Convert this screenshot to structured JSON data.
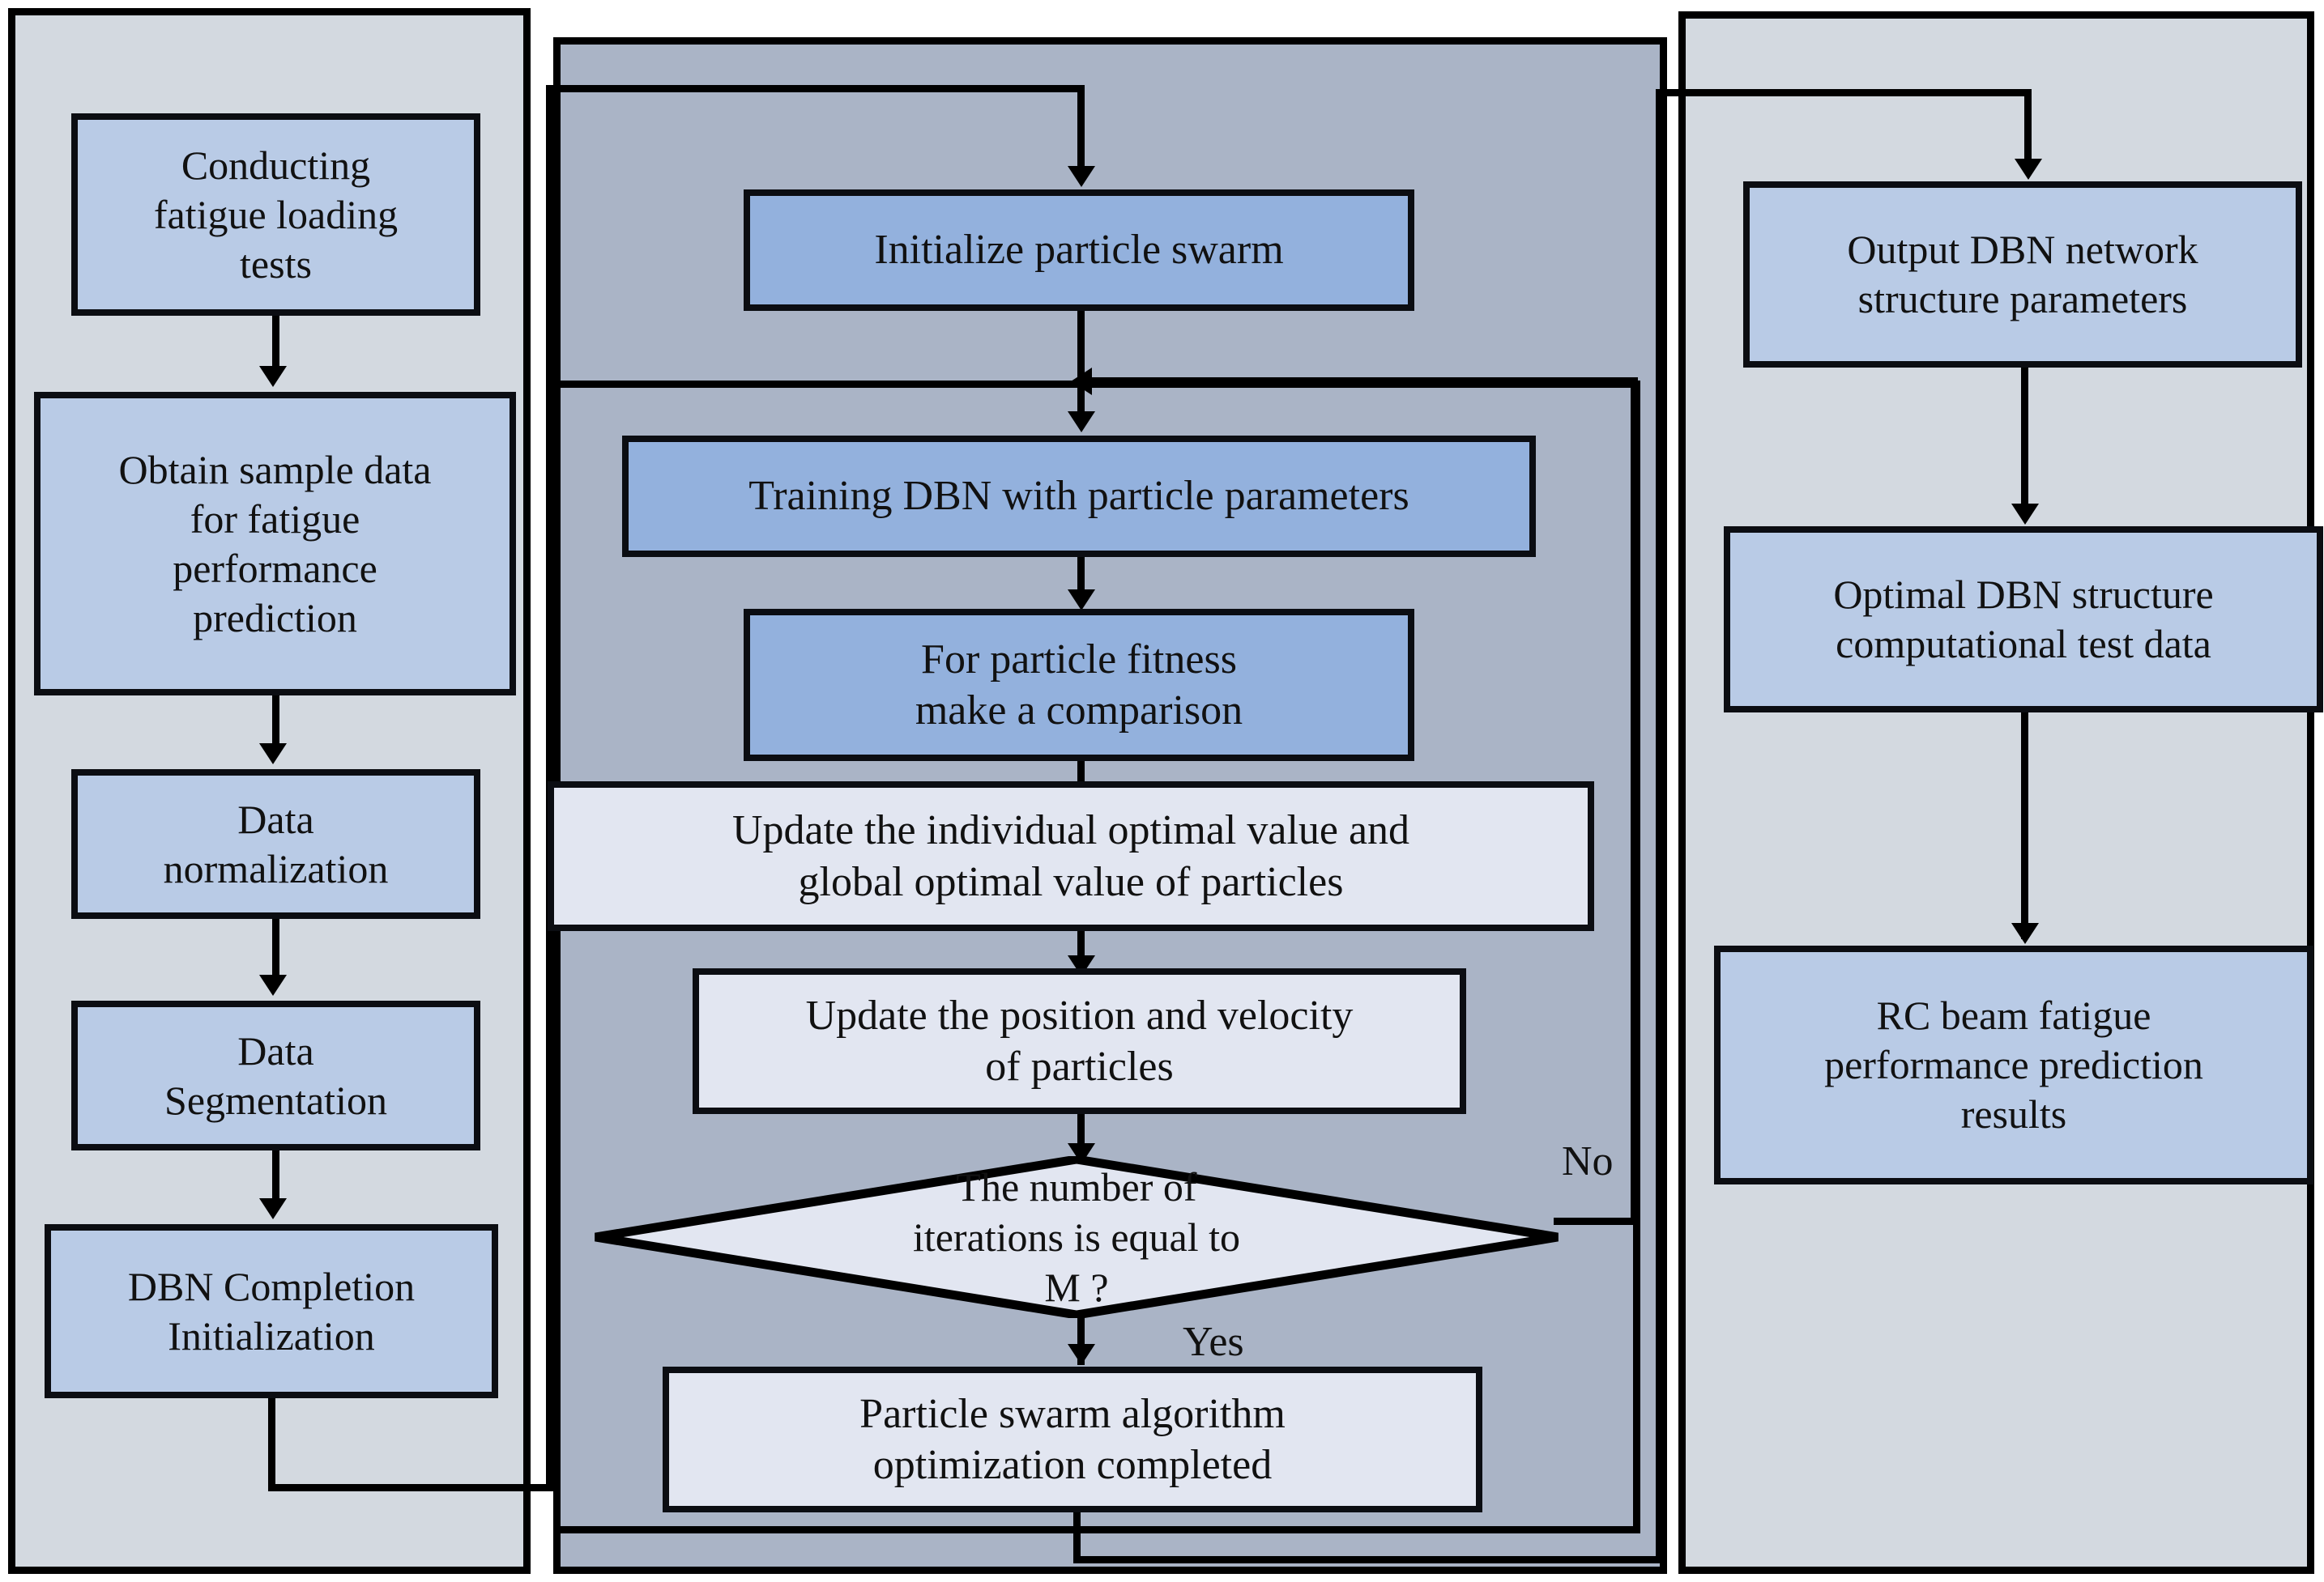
{
  "diagram": {
    "title": "DBN-PSO fatigue performance prediction flowchart",
    "colors": {
      "panel_left_bg": "#d3d9e0",
      "panel_middle_bg": "#aab4c6",
      "panel_right_bg": "#d3d9e0",
      "node_blue": "#b9cbe6",
      "node_blue_strong": "#93b1dd",
      "node_pale": "#e2e6f1",
      "border": "#000000",
      "text": "#111111"
    }
  },
  "left_panel": {
    "name": "data-preparation-stage",
    "nodes": [
      {
        "id": "conducting-fatigue-loading-tests",
        "label": "Conducting\nfatigue loading\ntests"
      },
      {
        "id": "obtain-sample-data",
        "label": "Obtain sample data\nfor fatigue\nperformance\nprediction"
      },
      {
        "id": "data-normalization",
        "label": "Data\nnormalization"
      },
      {
        "id": "data-segmentation",
        "label": "Data\nSegmentation"
      },
      {
        "id": "dbn-completion-initialization",
        "label": "DBN Completion\nInitialization"
      }
    ]
  },
  "middle_panel": {
    "name": "particle-swarm-optimization-stage",
    "nodes": [
      {
        "id": "initialize-particle-swarm",
        "label": "Initialize particle swarm"
      },
      {
        "id": "training-dbn-with-particle-parameters",
        "label": "Training DBN with particle parameters"
      },
      {
        "id": "for-particle-fitness-make-a-comparison",
        "label": "For particle fitness\nmake a comparison"
      },
      {
        "id": "update-individual-and-global-optimal-value",
        "label": "Update the individual optimal value and\nglobal optimal value of particles"
      },
      {
        "id": "update-position-and-velocity",
        "label": "Update the position and velocity\nof particles"
      },
      {
        "id": "particle-swarm-algorithm-optimization-completed",
        "label": "Particle swarm algorithm\noptimization completed"
      }
    ],
    "decision": {
      "id": "iterations-equal-to-m",
      "label": "The number of\niterations is equal to\nM ?",
      "branch_no": "No",
      "branch_yes": "Yes"
    }
  },
  "right_panel": {
    "name": "output-and-prediction-stage",
    "nodes": [
      {
        "id": "output-dbn-network-structure-parameters",
        "label": "Output DBN network\nstructure parameters"
      },
      {
        "id": "optimal-dbn-structure-computational-test-data",
        "label": "Optimal DBN structure\ncomputational test data"
      },
      {
        "id": "rc-beam-fatigue-performance-prediction-results",
        "label": "RC beam fatigue\nperformance prediction\nresults"
      }
    ]
  }
}
